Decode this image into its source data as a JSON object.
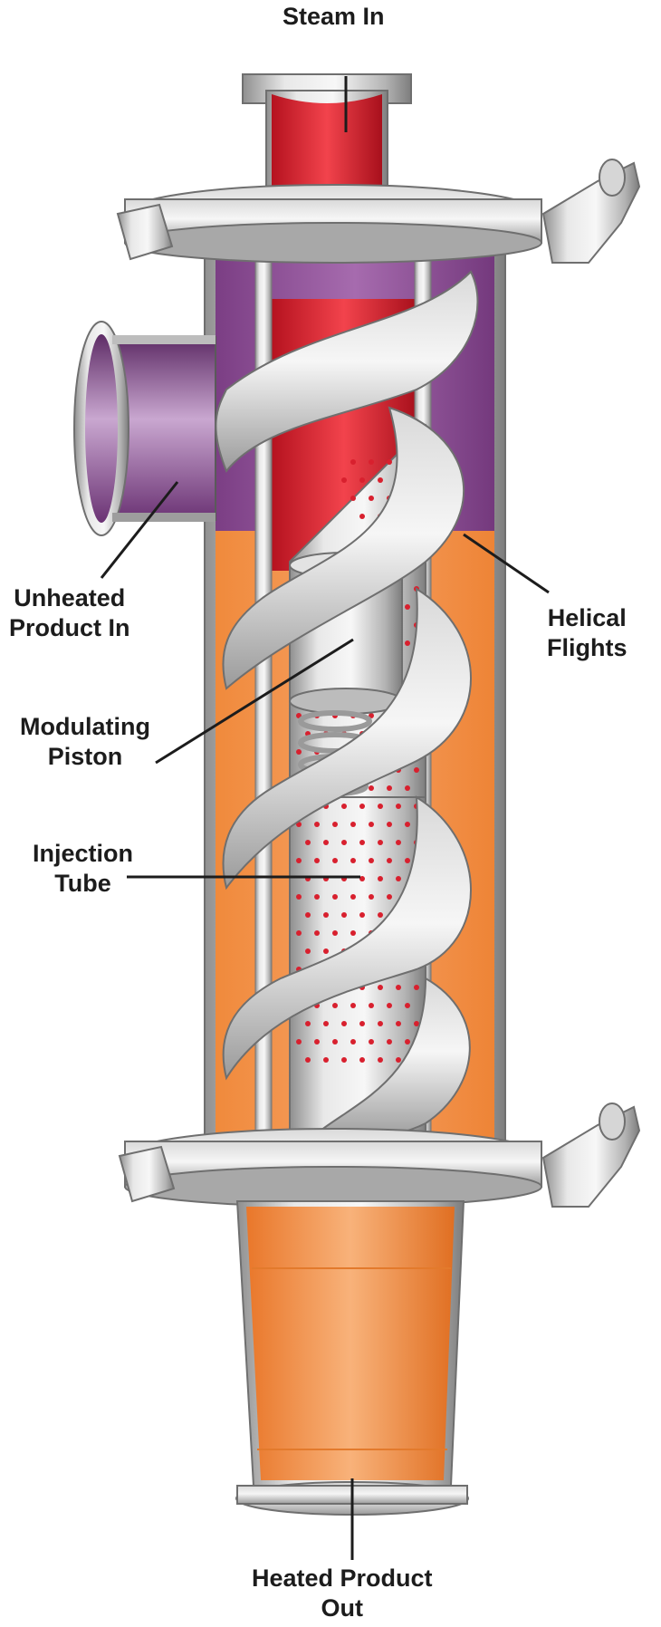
{
  "labels": {
    "steam_in": "Steam In",
    "unheated_1": "Unheated",
    "unheated_2": "Product In",
    "helical_1": "Helical",
    "helical_2": "Flights",
    "piston_1": "Modulating",
    "piston_2": "Piston",
    "injection_1": "Injection",
    "injection_2": "Tube",
    "heated_1": "Heated Product",
    "heated_2": "Out"
  },
  "colors": {
    "steam": "#d8202e",
    "unheated_product": "#8a4a8e",
    "heated_product": "#f0883a",
    "steel": "#c4c4c4",
    "label_text": "#1c1c1c"
  }
}
